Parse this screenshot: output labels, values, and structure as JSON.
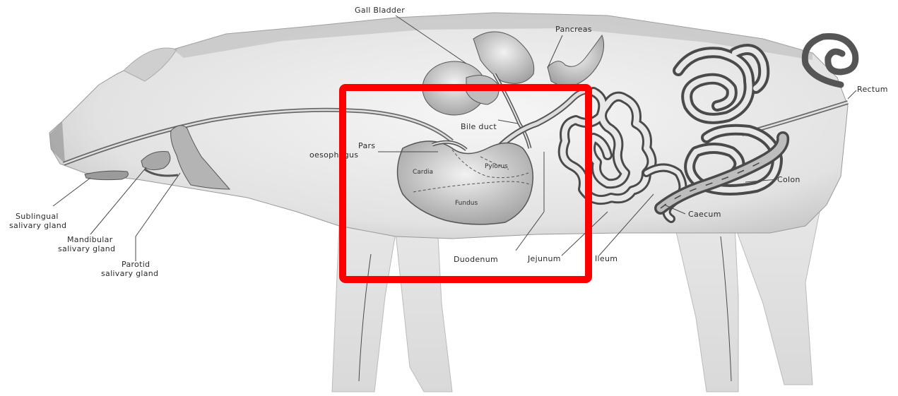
{
  "diagram": {
    "labels": {
      "gall_bladder": "Gall Bladder",
      "pancreas": "Pancreas",
      "rectum": "Rectum",
      "bile_duct": "Bile duct",
      "pars_line1": "Pars",
      "pars_line2": "oesophagus",
      "cardia": "Cardia",
      "pylorus": "Pylorus",
      "fundus": "Fundus",
      "colon": "Colon",
      "caecum": "Caecum",
      "duodenum": "Duodenum",
      "jejunum": "Jejunum",
      "ileum": "Ileum",
      "sublingual_line1": "Sublingual",
      "sublingual_line2": "salivary gland",
      "mandibular_line1": "Mandibular",
      "mandibular_line2": "salivary gland",
      "parotid_line1": "Parotid",
      "parotid_line2": "salivary gland"
    },
    "highlight_color": "#ff0000"
  }
}
